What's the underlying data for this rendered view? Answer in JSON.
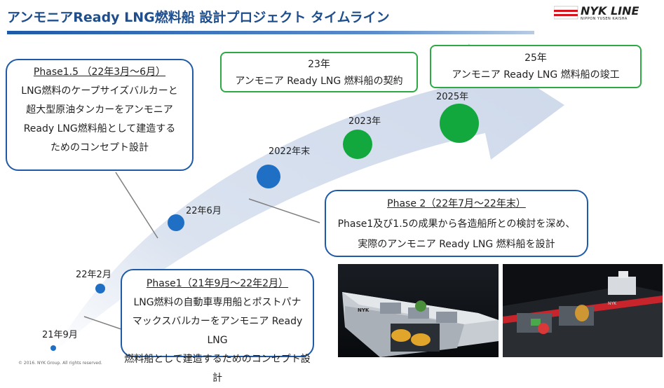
{
  "header": {
    "title": "アンモニアReady LNG燃料船 設計プロジェクト タイムライン",
    "logo_text": "NYK LINE",
    "logo_sub": "NIPPON YUSEN KAISHA"
  },
  "milestones": [
    {
      "label": "21年9月",
      "color": "#1f6fc4"
    },
    {
      "label": "22年2月",
      "color": "#1f6fc4"
    },
    {
      "label": "22年6月",
      "color": "#1f6fc4"
    },
    {
      "label": "2022年末",
      "color": "#1f6fc4"
    },
    {
      "label": "2023年",
      "color": "#12a83e"
    },
    {
      "label": "2025年",
      "color": "#12a83e"
    }
  ],
  "phase15": {
    "header": "Phase1.5 （22年3月～6月）",
    "lines": [
      "LNG燃料のケープサイズバルカーと",
      "超大型原油タンカーをアンモニア",
      "Ready LNG燃料船として建造する",
      "ためのコンセプト設計"
    ]
  },
  "phase1": {
    "header": "Phase1（21年9月～22年2月）",
    "lines": [
      "LNG燃料の自動車専用船とポストパナ",
      "マックスバルカーをアンモニア Ready LNG",
      "燃料船として建造するためのコンセプト設計"
    ]
  },
  "phase2": {
    "header": "Phase 2（22年7月～22年末）",
    "lines": [
      "Phase1及び1.5の成果から各造船所との検討を深め、",
      "実際のアンモニア Ready LNG 燃料船を設計"
    ]
  },
  "event23": {
    "year": "23年",
    "text": "アンモニア Ready LNG 燃料船の契約"
  },
  "event25": {
    "year": "25年",
    "text": "アンモニア Ready LNG 燃料船の竣工"
  },
  "footer": {
    "copyright": "© 2016. NYK Group. All rights reserved."
  },
  "colors": {
    "accent": "#1f5aa8",
    "green": "#2eaa44",
    "arrow": "#d4deee"
  }
}
